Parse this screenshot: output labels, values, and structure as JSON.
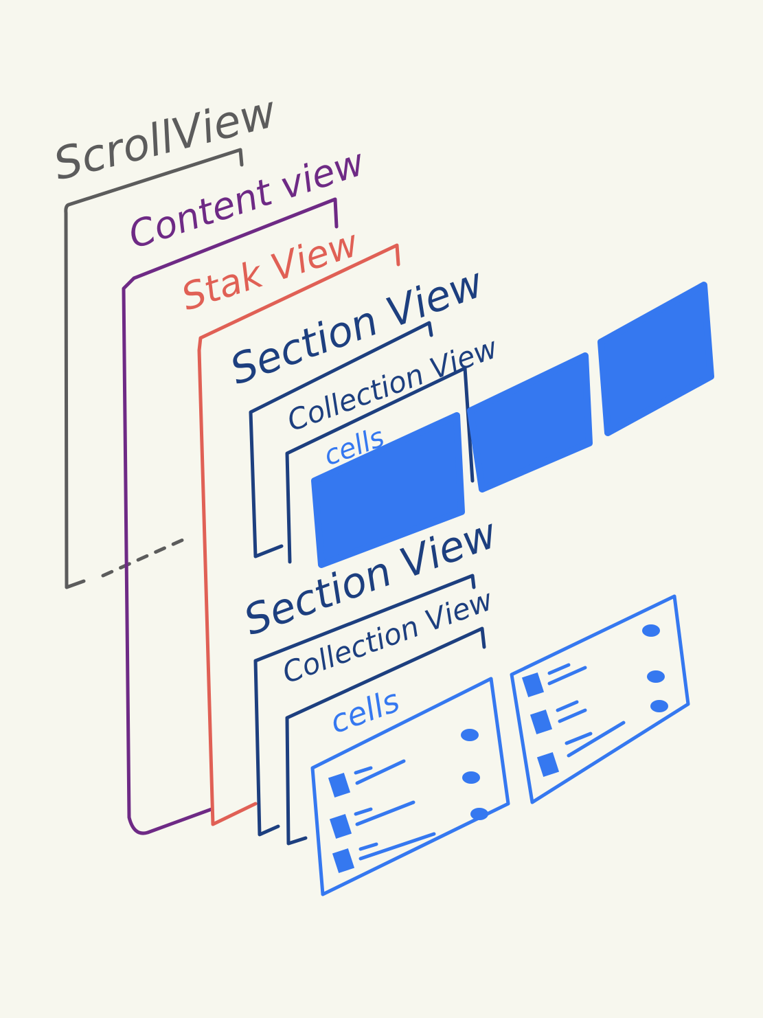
{
  "labels": {
    "scroll_view": "ScrollView",
    "content_view": "Content view",
    "stack_view": "Stak View",
    "section_view_1": "Section View",
    "collection_view_1": "Collection View",
    "cells_1": "cells",
    "section_view_2": "Section View",
    "collection_view_2": "Collection View",
    "cells_2": "cells"
  },
  "colors": {
    "background": "#f7f7ee",
    "scroll_view": "#5c5c5c",
    "content_view": "#6e2a85",
    "stack_view": "#e06055",
    "section_view": "#1d3f7f",
    "cells": "#3578f0"
  }
}
